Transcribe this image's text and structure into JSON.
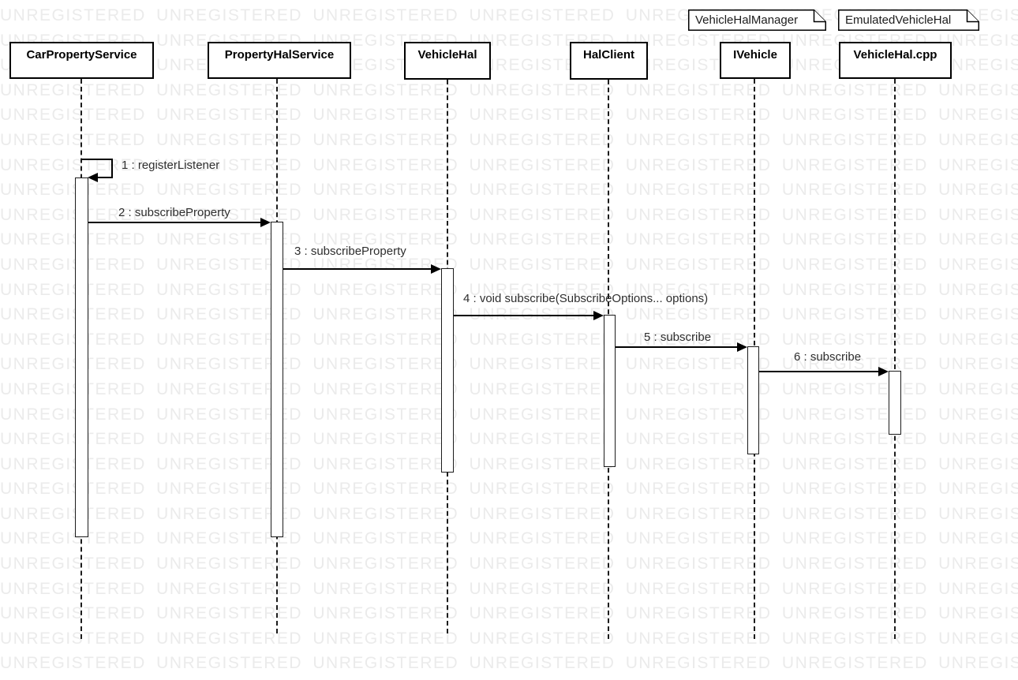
{
  "diagram": {
    "type": "uml-sequence-diagram",
    "background_color": "#ffffff",
    "stroke_color": "#000000",
    "watermark": {
      "text": "UNREGISTERED",
      "color": "#ebebeb",
      "repeat_per_row": 8,
      "rows": 27
    },
    "notes": [
      {
        "label": "VehicleHalManager"
      },
      {
        "label": "EmulatedVehicleHal"
      }
    ],
    "participants": [
      {
        "label": "CarPropertyService"
      },
      {
        "label": "PropertyHalService"
      },
      {
        "label": "VehicleHal"
      },
      {
        "label": "HalClient"
      },
      {
        "label": "IVehicle"
      },
      {
        "label": "VehicleHal.cpp"
      }
    ],
    "messages": [
      {
        "label": "1 : registerListener",
        "from": "CarPropertyService",
        "to": "CarPropertyService",
        "kind": "self"
      },
      {
        "label": "2 : subscribeProperty",
        "from": "CarPropertyService",
        "to": "PropertyHalService",
        "kind": "call"
      },
      {
        "label": "3 : subscribeProperty",
        "from": "PropertyHalService",
        "to": "VehicleHal",
        "kind": "call"
      },
      {
        "label": "4 : void subscribe(SubscribeOptions... options)",
        "from": "VehicleHal",
        "to": "HalClient",
        "kind": "call"
      },
      {
        "label": "5 : subscribe",
        "from": "HalClient",
        "to": "IVehicle",
        "kind": "call"
      },
      {
        "label": "6 : subscribe",
        "from": "IVehicle",
        "to": "VehicleHal.cpp",
        "kind": "call"
      }
    ]
  }
}
